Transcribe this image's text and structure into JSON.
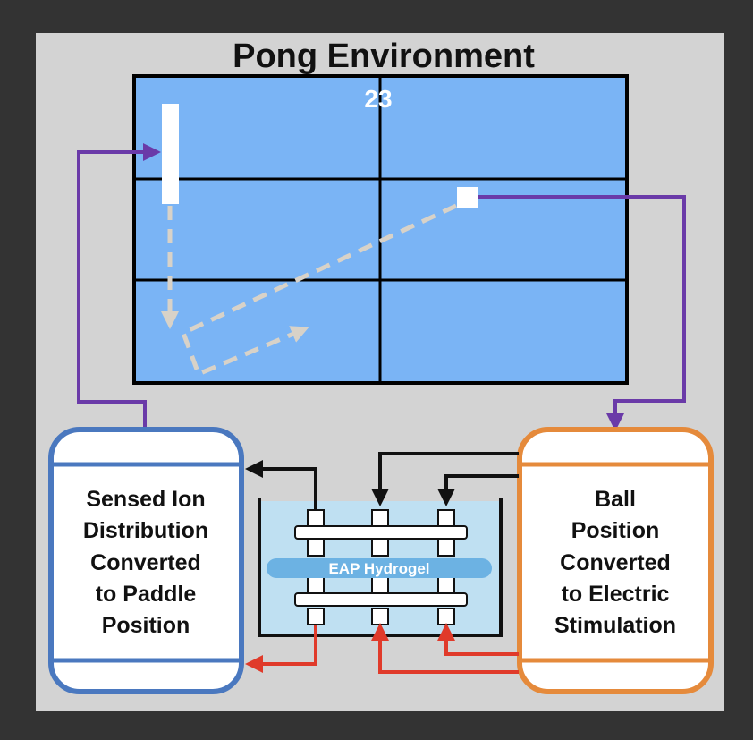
{
  "title": "Pong Environment",
  "score": "23",
  "left_box": {
    "lines": [
      "Sensed Ion",
      "Distribution",
      "Converted",
      "to Paddle",
      "Position"
    ]
  },
  "right_box": {
    "lines": [
      "Ball",
      "Position",
      "Converted",
      "to Electric",
      "Stimulation"
    ]
  },
  "hydrogel_label": "EAP Hydrogel",
  "colors": {
    "frame_background": "#d3d3d3",
    "outer_background": "#333333",
    "pong_field": "#7ab4f5",
    "feedback_arrow": "#6a3aa8",
    "sense_box_border": "#4a78bf",
    "stim_box_border": "#e58a3b",
    "output_arrow": "#e03a2a",
    "input_arrow": "#111111",
    "hydrogel_bath": "#bfe0f2",
    "hydrogel_strip": "#6cb2e3",
    "trajectory": "#d8d2c8"
  }
}
